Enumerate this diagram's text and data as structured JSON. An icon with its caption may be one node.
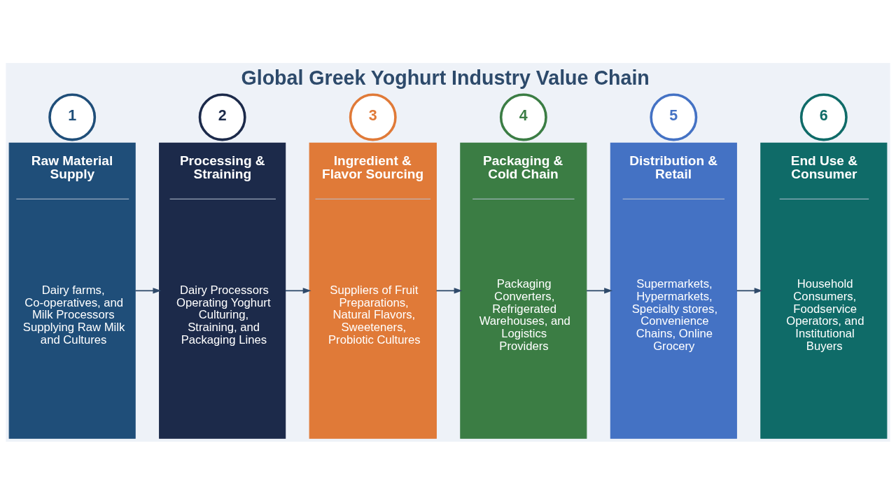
{
  "diagram": {
    "title": "Global Greek Yoghurt Industry Value Chain",
    "nodes": [
      {
        "text": [
          "1"
        ]
      },
      {
        "text": [
          "Raw Material Supply",
          "Dairy farms, Co-operatives, and Milk Processors Supplying Raw Milk and Cultures"
        ]
      },
      {
        "text": [
          "2"
        ]
      },
      {
        "text": [
          "Processing & Straining",
          "Dairy Processors Operating Yoghurt Culturing, Straining, and Packaging Lines"
        ]
      },
      {
        "text": [
          "3"
        ]
      },
      {
        "text": [
          "Ingredient & Flavor Sourcing",
          "Suppliers of Fruit Preparations, Natural Flavors, Sweeteners, Probiotic Cultures"
        ]
      },
      {
        "text": [
          "4"
        ]
      },
      {
        "text": [
          "Packaging & Cold Chain",
          "Packaging Converters, Refrigerated Warehouses, and Logistics Providers"
        ]
      },
      {
        "text": [
          "5"
        ]
      },
      {
        "text": [
          "Distribution & Retail",
          "Supermarkets, Hypermarkets, Specialty stores, Convenience Chains, Online Grocery"
        ]
      },
      {
        "text": [
          "6"
        ]
      },
      {
        "text": [
          "End Use & Consumer",
          "Household Consumers, Foodservice Operators, and Institutional Buyers"
        ]
      }
    ],
    "edges": [
      {
        "from": 1,
        "to": 3,
        "arrow": "to"
      },
      {
        "from": 3,
        "to": 5,
        "arrow": "to"
      },
      {
        "from": 5,
        "to": 7,
        "arrow": "to"
      },
      {
        "from": 7,
        "to": 9,
        "arrow": "to"
      },
      {
        "from": 9,
        "to": 11,
        "arrow": "to"
      }
    ]
  }
}
